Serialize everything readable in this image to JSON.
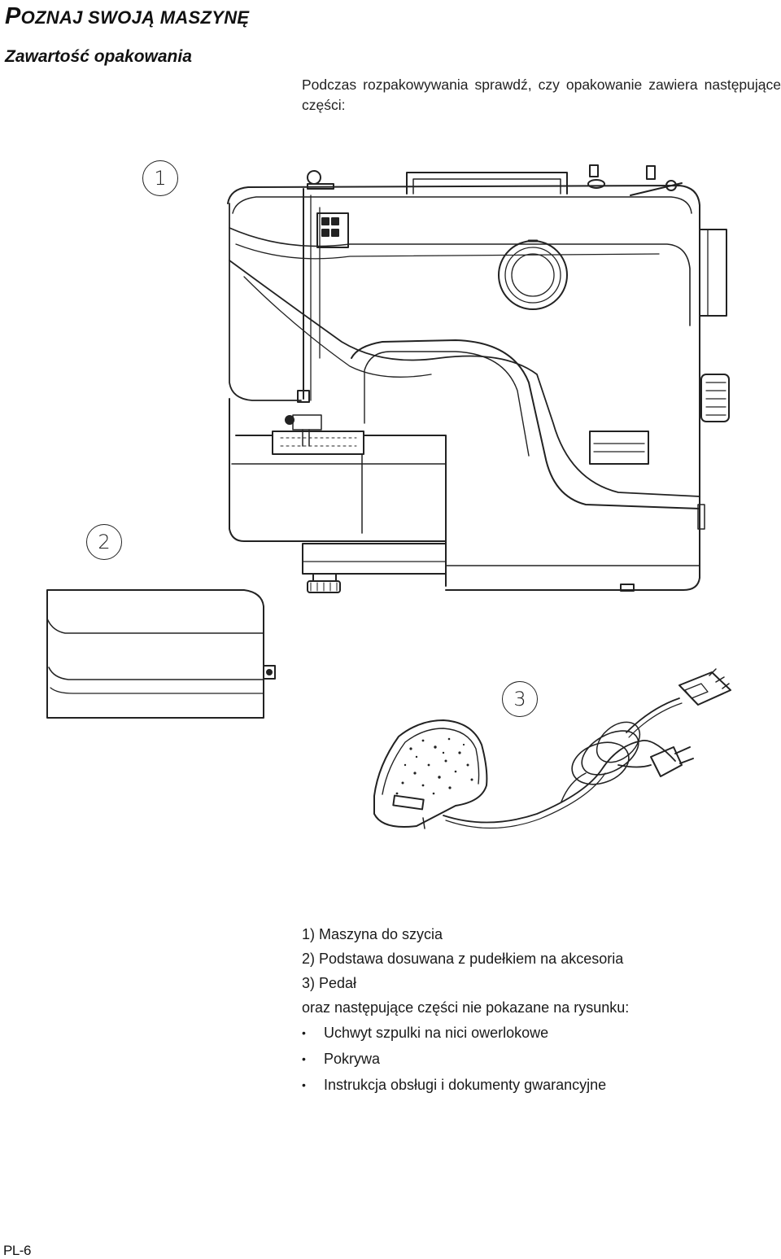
{
  "page": {
    "title_first": "P",
    "title_rest": "OZNAJ SWOJĄ MASZYNĘ",
    "subtitle": "Zawartość opakowania",
    "intro": "Podczas rozpakowywania sprawdź, czy opakowanie zawiera następujące części:",
    "callouts": [
      "1",
      "2",
      "3"
    ],
    "legend": [
      "1) Maszyna do szycia",
      "2) Podstawa dosuwana z pudełkiem na akcesoria",
      "3) Pedał",
      "oraz następujące części nie pokazane na rysunku:"
    ],
    "bullet_symbol": "•",
    "bullets": [
      "Uchwyt szpulki na nici owerlokowe",
      "Pokrywa",
      "Instrukcja obsługi i dokumenty gwarancyjne"
    ],
    "page_number": "PL-6"
  }
}
